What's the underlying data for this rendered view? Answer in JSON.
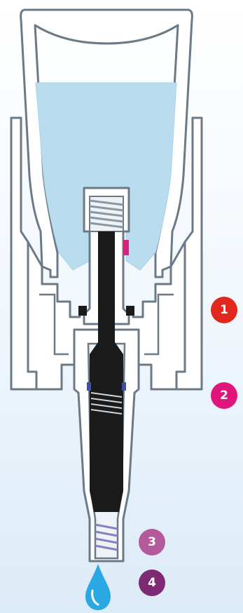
{
  "colors": {
    "outline": "#6b7a86",
    "housing": "#ffffff",
    "liquid": "#b9dcef",
    "liquid_edge": "#a8d2ea",
    "core": "#1a1a1a",
    "pink_seal": "#d6237e",
    "droplet": "#2aa8e4"
  },
  "badges": [
    {
      "label": "1",
      "color": "#e0281e"
    },
    {
      "label": "2",
      "color": "#e0157c"
    },
    {
      "label": "3",
      "color": "#b45a9a"
    },
    {
      "label": "4",
      "color": "#7d2a73"
    }
  ],
  "icons": {
    "droplet": "droplet-icon"
  }
}
